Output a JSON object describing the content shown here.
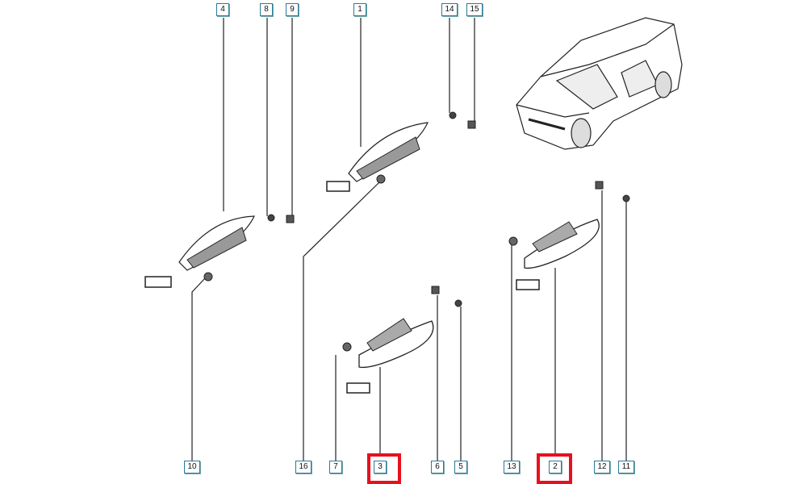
{
  "diagram": {
    "labels": [
      "4",
      "8",
      "9",
      "1",
      "14",
      "15",
      "10",
      "16",
      "7",
      "3",
      "6",
      "5",
      "13",
      "2",
      "12",
      "11"
    ],
    "highlighted": [
      "3",
      "2"
    ],
    "highlight_color": "#e8101c",
    "label_border_color": "#2a7a9a"
  }
}
